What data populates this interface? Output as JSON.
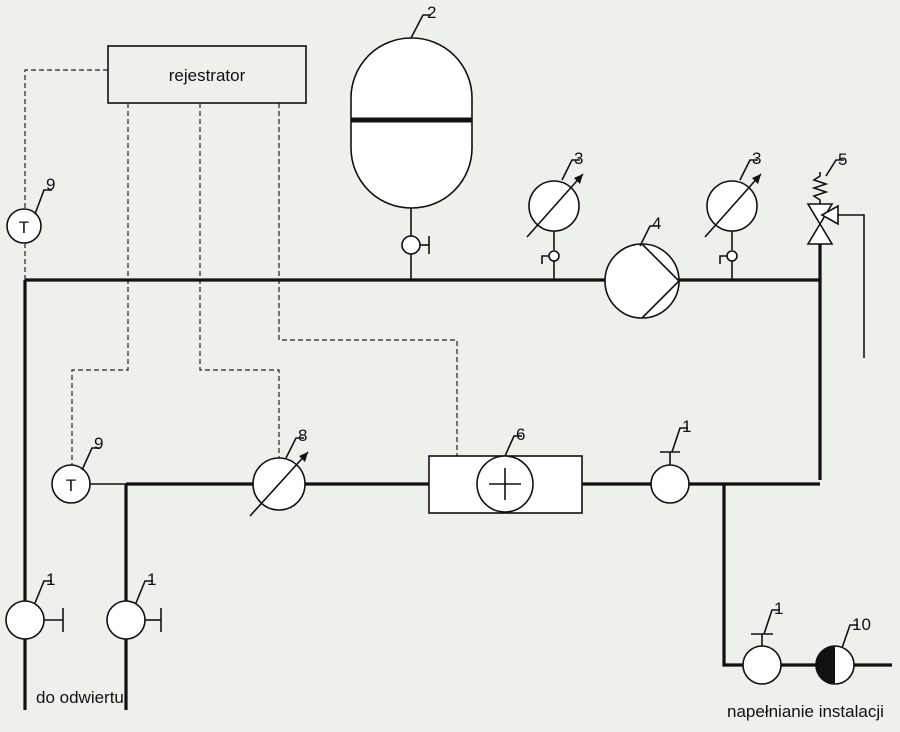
{
  "diagram": {
    "background": "#eef0ec",
    "line_color": "#111111",
    "recorder_label": "rejestrator",
    "bottom_left_label": "do odwiertu",
    "bottom_right_label": "napełnianie instalacji",
    "temperature_sensor_letter": "T",
    "callouts": {
      "valve": "1",
      "expansion_vessel": "2",
      "manometer": "3",
      "pump": "4",
      "safety_valve": "5",
      "heater": "6",
      "flow_meter": "8",
      "thermometer": "9",
      "check_valve": "10"
    }
  }
}
